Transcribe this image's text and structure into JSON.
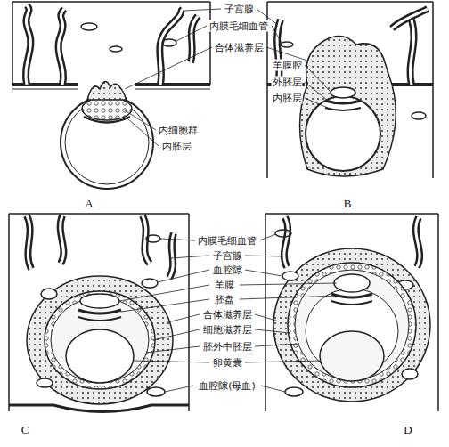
{
  "diagram": {
    "labels": [
      "子宫腺",
      "内膜毛细血管",
      "合体滋养层",
      "羊膜腔",
      "外胚层",
      "内胚层",
      "内细胞群",
      "内胚层",
      "A",
      "B",
      "内膜毛细血管",
      "子宫腺",
      "血腔隙",
      "羊膜",
      "胚盘",
      "合体滋养层",
      "细胞滋养层",
      "胚外中胚层",
      "卵黄囊",
      "血腔隙(母血)",
      "C",
      "D"
    ]
  }
}
